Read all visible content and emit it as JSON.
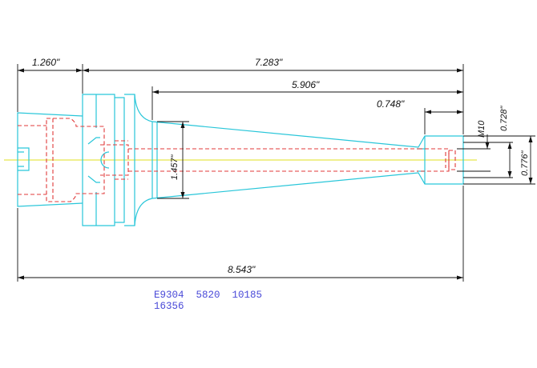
{
  "dimensions": {
    "flange_length": "1.260\"",
    "gauge_length": "7.283\"",
    "taper_length": "5.906\"",
    "tip_length": "0.748\"",
    "taper_diameter": "1.457\"",
    "thread": "M10",
    "tip_diameter": "0.728\"",
    "end_diameter": "0.776\"",
    "overall_length": "8.543\""
  },
  "part_numbers": {
    "line1": "E9304  5820  10185",
    "line2": "16356"
  },
  "colors": {
    "outline": "#29c6d9",
    "hidden": "#e03a3a",
    "centerline": "#e8e84a",
    "dimension": "#111111",
    "part_text": "#4a4ad8"
  }
}
